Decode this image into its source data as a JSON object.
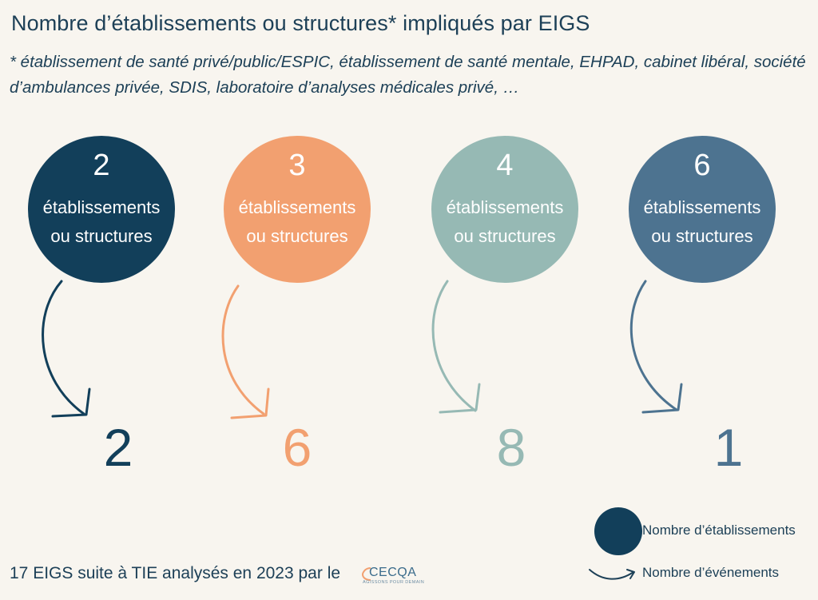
{
  "title": "Nombre d’établissements ou structures* impliqués par EIGS",
  "note": "* établissement de santé privé/public/ESPIC, établissement de santé mentale, EHPAD, cabinet libéral, société d’ambulances privée, SDIS, laboratoire d’analyses médicales privé, …",
  "circles": [
    {
      "count": "2",
      "line1": "établissements",
      "line2": "ou structures",
      "color": "#123f5a"
    },
    {
      "count": "3",
      "line1": "établissements",
      "line2": "ou structures",
      "color": "#f2a070"
    },
    {
      "count": "4",
      "line1": "établissements",
      "line2": "ou structures",
      "color": "#96b9b4"
    },
    {
      "count": "6",
      "line1": "établissements",
      "line2": "ou structures",
      "color": "#4d7390"
    }
  ],
  "events": [
    "2",
    "6",
    "8",
    "1"
  ],
  "legend": {
    "establishments": "Nombre d’établissements",
    "events": "Nombre d’événements"
  },
  "footer": "17 EIGS suite à TIE analysés en 2023 par le",
  "logo": {
    "name": "CECQA",
    "tagline": "AGISSONS POUR DEMAIN"
  }
}
